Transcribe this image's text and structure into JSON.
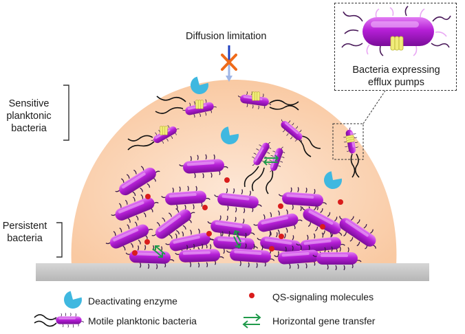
{
  "labels": {
    "diffusion": "Diffusion limitation",
    "sensitive": [
      "Sensitive",
      "planktonic",
      "bacteria"
    ],
    "persistent": [
      "Persistent",
      "bacteria"
    ],
    "efflux": [
      "Bacteria expressing",
      "efflux pumps"
    ]
  },
  "legend": {
    "enzyme": "Deactivating enzyme",
    "qs": "QS-signaling molecules",
    "motile": "Motile planktonic bacteria",
    "hgt": "Horizontal gene transfer"
  },
  "colors": {
    "biofilm_matrix": "#fbd9bd",
    "surface": "#c8c8c8",
    "bacteria": "#b51fd6",
    "bacteria_dark": "#7a0d99",
    "enzyme": "#3fb8e0",
    "qs": "#d91c1c",
    "pump": "#f1ec7a",
    "gene_transfer": "#1f9a4a",
    "block_x": "#ef6b1a"
  }
}
